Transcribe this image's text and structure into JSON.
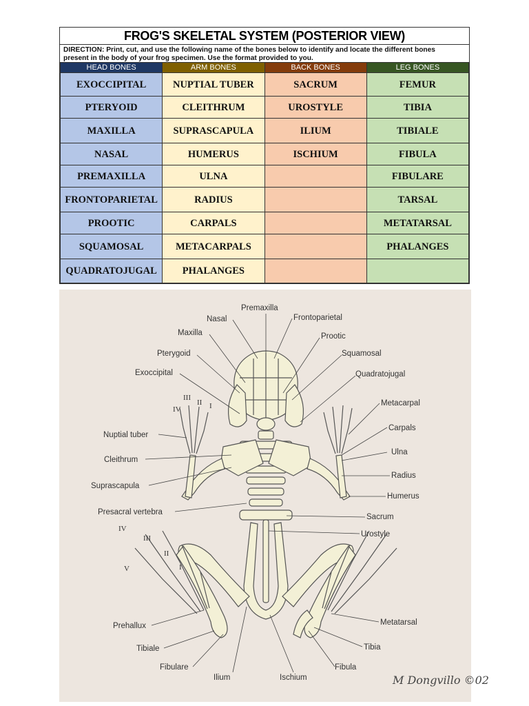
{
  "sheet": {
    "title": "FROG'S SKELETAL SYSTEM (POSTERIOR VIEW)",
    "direction_line1": "DIRECTION: Print, cut, and use the following name of the bones below to identify and locate the different bones",
    "direction_line2": "present in the body of your frog specimen. Use the format provided to you.",
    "headers": [
      "HEAD BONES",
      "ARM BONES",
      "BACK BONES",
      "LEG BONES"
    ],
    "header_colors": [
      "#1f3864",
      "#7f6000",
      "#843c0c",
      "#375623"
    ],
    "column_colors": [
      "#b4c6e7",
      "#fff2cc",
      "#f8cbad",
      "#c6e0b4"
    ],
    "rows": [
      [
        "EXOCCIPITAL",
        "NUPTIAL TUBER",
        "SACRUM",
        "FEMUR"
      ],
      [
        "PTERYOID",
        "CLEITHRUM",
        "UROSTYLE",
        "TIBIA"
      ],
      [
        "MAXILLA",
        "SUPRASCAPULA",
        "ILIUM",
        "TIBIALE"
      ],
      [
        "NASAL",
        "HUMERUS",
        "ISCHIUM",
        "FIBULA"
      ],
      [
        "PREMAXILLA",
        "ULNA",
        "",
        "FIBULARE"
      ],
      [
        "FRONTOPARIETAL",
        "RADIUS",
        "",
        "TARSAL"
      ],
      [
        "PROOTIC",
        "CARPALS",
        "",
        "METATARSAL"
      ],
      [
        "SQUAMOSAL",
        "METACARPALS",
        "",
        "PHALANGES"
      ],
      [
        "QUADRATOJUGAL",
        "PHALANGES",
        "",
        ""
      ]
    ]
  },
  "figure": {
    "labels": {
      "premaxilla": "Premaxilla",
      "nasal": "Nasal",
      "frontoparietal": "Frontoparietal",
      "maxilla": "Maxilla",
      "prootic": "Prootic",
      "pterygoid": "Pterygoid",
      "squamosal": "Squamosal",
      "exoccipital": "Exoccipital",
      "quadratojugal": "Quadratojugal",
      "metacarpal": "Metacarpal",
      "nuptial_tuber": "Nuptial tuber",
      "carpals": "Carpals",
      "ulna": "Ulna",
      "cleithrum": "Cleithrum",
      "radius": "Radius",
      "suprascapula": "Suprascapula",
      "humerus": "Humerus",
      "presacral": "Presacral vertebra",
      "sacrum": "Sacrum",
      "urostyle": "Urostyle",
      "prehallux": "Prehallux",
      "metatarsal": "Metatarsal",
      "tibiale": "Tibiale",
      "tibia": "Tibia",
      "fibulare": "Fibulare",
      "fibula": "Fibula",
      "ilium": "Ilium",
      "ischium": "Ischium"
    },
    "hand_digits": [
      "III",
      "II",
      "IV",
      "I"
    ],
    "foot_digits": [
      "IV",
      "III",
      "II",
      "V",
      "I"
    ],
    "signature": "M Dongvillo ©02"
  }
}
